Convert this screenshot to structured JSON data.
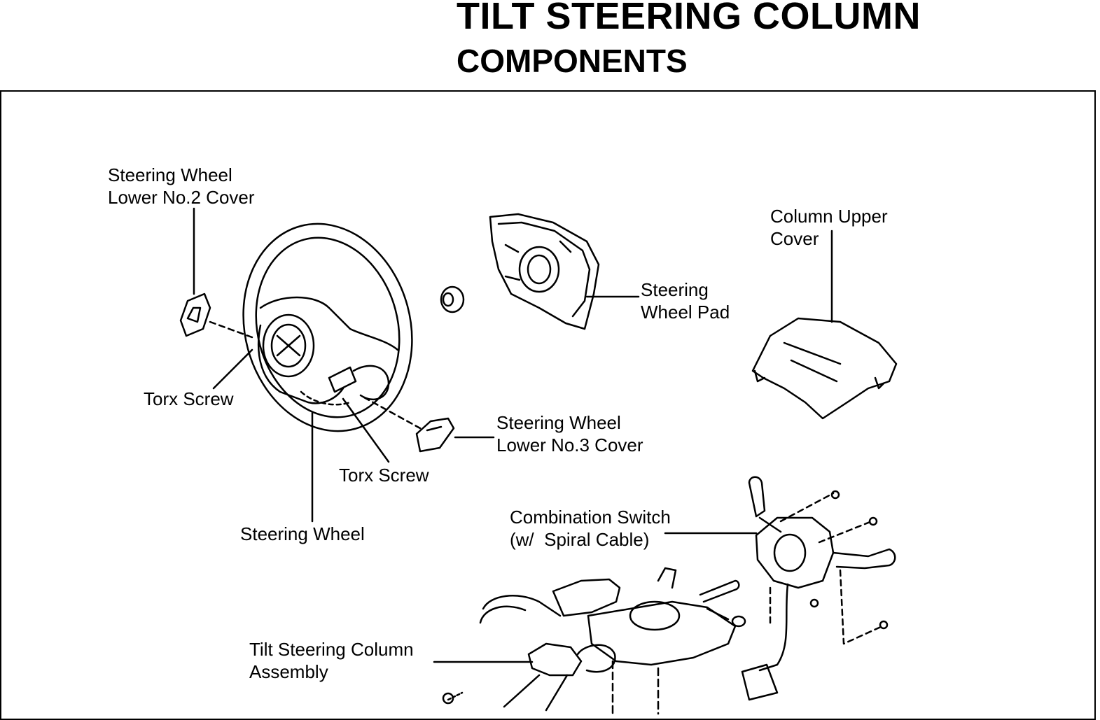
{
  "header": {
    "title": "TILT STEERING COLUMN",
    "subtitle": "COMPONENTS"
  },
  "labels": {
    "lower_no2_cover_line1": "Steering Wheel",
    "lower_no2_cover_line2": "Lower No.2 Cover",
    "torx_screw_left": "Torx Screw",
    "torx_screw_lower": "Torx Screw",
    "steering_wheel": "Steering Wheel",
    "pad_line1": "Steering",
    "pad_line2": "Wheel Pad",
    "upper_cover_line1": "Column Upper",
    "upper_cover_line2": "Cover",
    "lower_no3_cover_line1": "Steering Wheel",
    "lower_no3_cover_line2": "Lower No.3 Cover",
    "combo_switch_line1": "Combination Switch",
    "combo_switch_line2": "(w/  Spiral Cable)",
    "column_assembly_line1": "Tilt Steering Column",
    "column_assembly_line2": "Assembly"
  }
}
